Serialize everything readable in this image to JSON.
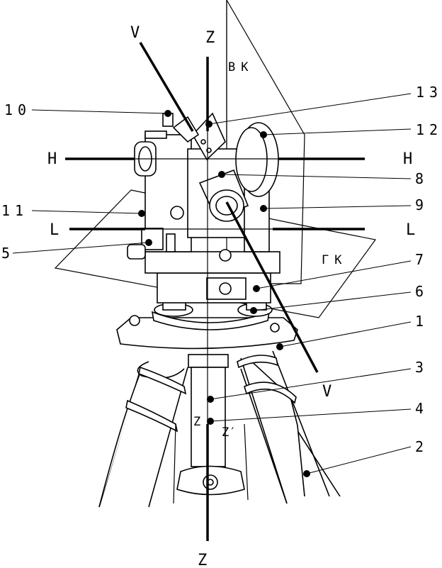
{
  "axes": {
    "z_top": "Z",
    "z_bottom": "Z",
    "v_top": "V",
    "v_bottom": "V",
    "h_left": "H",
    "h_right": "H",
    "l_left": "L",
    "l_right": "L",
    "z_small": "Z",
    "z_prime": "Z′"
  },
  "planes": {
    "vertical": "ВК",
    "horizontal": "ГК"
  },
  "callouts": [
    "10",
    "11",
    "5",
    "13",
    "12",
    "8",
    "9",
    "7",
    "6",
    "1",
    "3",
    "4",
    "2"
  ]
}
